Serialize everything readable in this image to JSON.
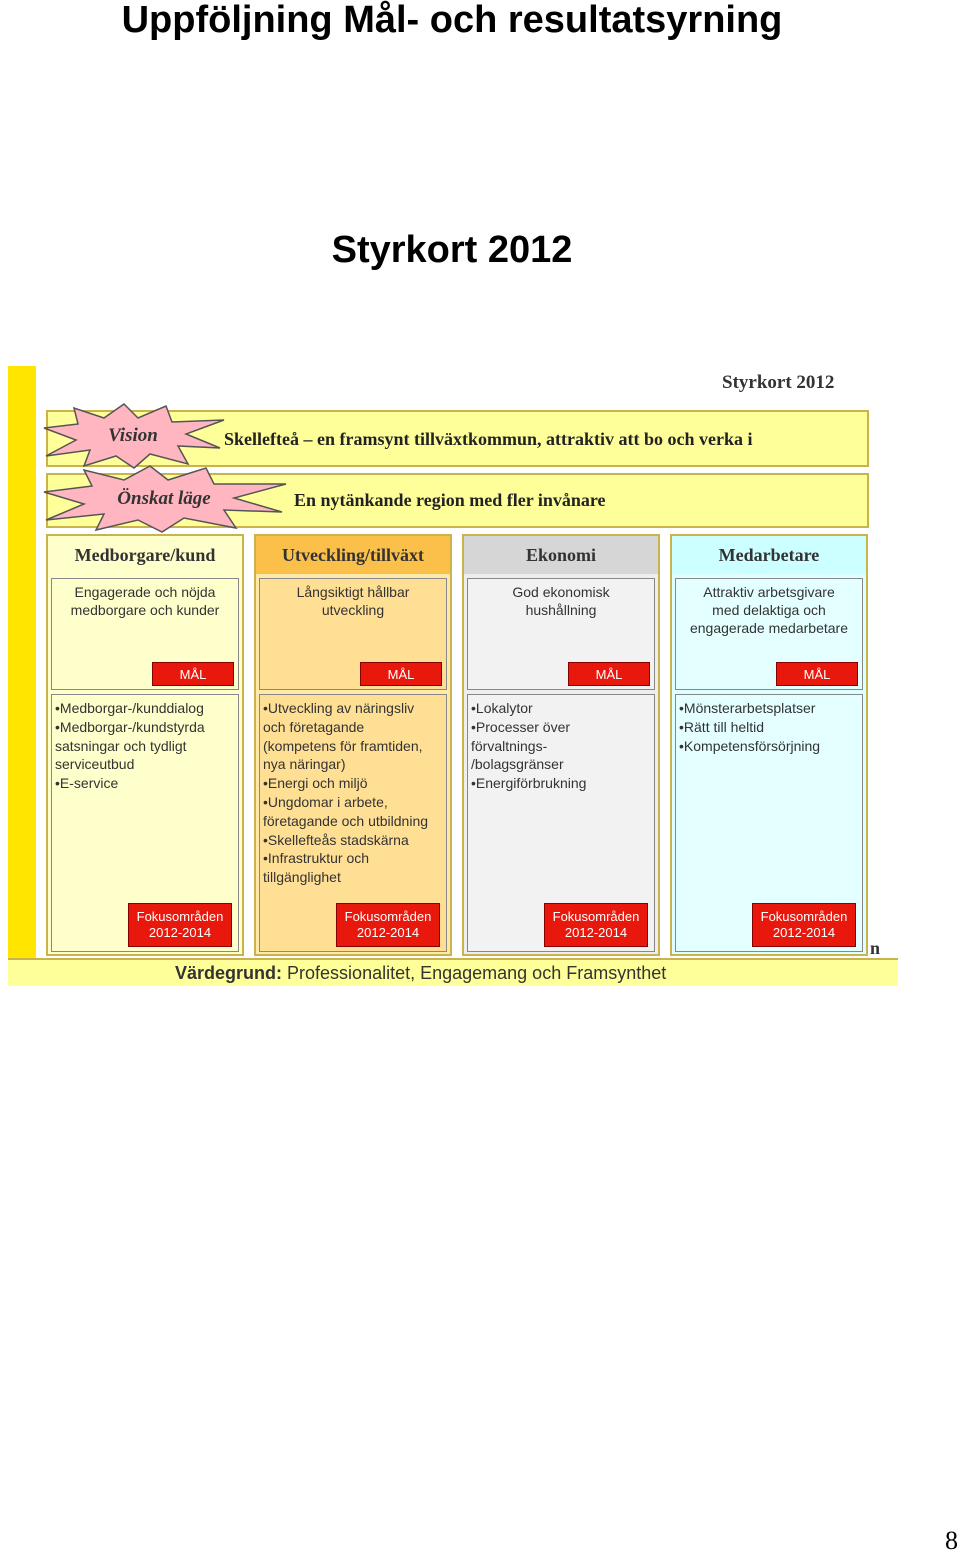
{
  "page": {
    "title": "Uppföljning Mål- och resultatsyrning",
    "subtitle": "Styrkort 2012",
    "page_number": "8"
  },
  "slide": {
    "label": "Styrkort 2012",
    "vision": {
      "burst_label": "Vision",
      "text": "Skellefteå – en framsynt tillväxtkommun, attraktiv att bo och verka i"
    },
    "desired_state": {
      "burst_label": "Önskat läge",
      "text": "En nytänkande region med fler invånare"
    },
    "columns": [
      {
        "header": "Medborgare/kund",
        "goal_lines": [
          "Engagerade och nöjda",
          "medborgare och kunder"
        ],
        "goal_button": "MÅL",
        "focus_items": [
          "•Medborgar-/kunddialog",
          "•Medborgar-/kundstyrda",
          "satsningar och tydligt",
          "serviceutbud",
          "•E-service"
        ],
        "focus_button": [
          "Fokusområden",
          "2012-2014"
        ]
      },
      {
        "header": "Utveckling/tillväxt",
        "goal_lines": [
          "Långsiktigt hållbar",
          "utveckling"
        ],
        "goal_button": "MÅL",
        "focus_items": [
          "•Utveckling av näringsliv",
          "och företagande",
          "(kompetens för framtiden,",
          "nya näringar)",
          "•Energi och miljö",
          "•Ungdomar i arbete,",
          "företagande och utbildning",
          "•Skellefteås stadskärna",
          "•Infrastruktur och",
          "tillgänglighet"
        ],
        "focus_button": [
          "Fokusområden",
          "2012-2014"
        ]
      },
      {
        "header": "Ekonomi",
        "goal_lines": [
          "God ekonomisk",
          "hushållning"
        ],
        "goal_button": "MÅL",
        "focus_items": [
          "•Lokalytor",
          "•Processer över",
          "förvaltnings-",
          "/bolagsgränser",
          "•Energiförbrukning"
        ],
        "focus_button": [
          "Fokusområden",
          "2012-2014"
        ]
      },
      {
        "header": "Medarbetare",
        "goal_lines": [
          "Attraktiv arbetsgivare",
          "med delaktiga och",
          "engagerade medarbetare"
        ],
        "goal_button": "MÅL",
        "focus_items": [
          "•Mönsterarbetsplatser",
          "•Rätt till heltid",
          "•Kompetensförsörjning"
        ],
        "focus_button": [
          "Fokusområden",
          "2012-2014"
        ]
      }
    ],
    "values": {
      "label": "Värdegrund:",
      "text": "Professionalitet, Engagemang och Framsynthet"
    },
    "cut_text": "n"
  },
  "colors": {
    "accent_yellow": "#ffe500",
    "band_fill": "#ffff99",
    "burst_fill": "#ffb6c1",
    "button_red": "#e8180c"
  }
}
